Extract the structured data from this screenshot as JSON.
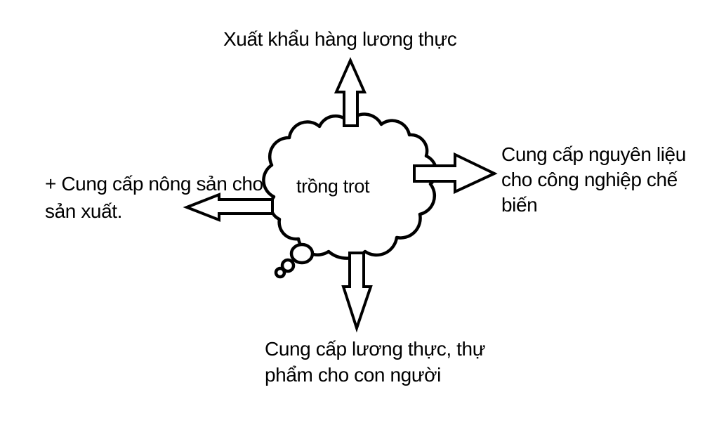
{
  "page": {
    "background_color": "#ffffff",
    "ink_color": "#000000"
  },
  "diagram": {
    "type": "mind-map",
    "center": {
      "label": "trồng trot"
    },
    "labels": {
      "top": {
        "text": "Xuất khẩu hàng lương thực"
      },
      "right": {
        "line1": "Cung cấp nguyên liệu",
        "line2": "cho công nghiệp chế",
        "line3": "biến"
      },
      "left": {
        "line1": "+ Cung cấp nông sản cho",
        "line2": "sản xuất."
      },
      "bottom": {
        "line1": "Cung cấp lương thực, thự",
        "line2": "phẩm cho con người"
      }
    },
    "arrows": [
      {
        "id": "up-arrow",
        "direction": "up",
        "points_to": "Xuất khẩu hàng lương thực"
      },
      {
        "id": "right-arrow",
        "direction": "right",
        "points_to": "Cung cấp nguyên liệu cho công nghiệp chế biến"
      },
      {
        "id": "left-arrow",
        "direction": "left",
        "points_to": "+ Cung cấp nông sản cho sản xuất."
      },
      {
        "id": "down-arrow",
        "direction": "down",
        "points_to": "Cung cấp lương thực, thự phẩm cho con người"
      }
    ]
  }
}
